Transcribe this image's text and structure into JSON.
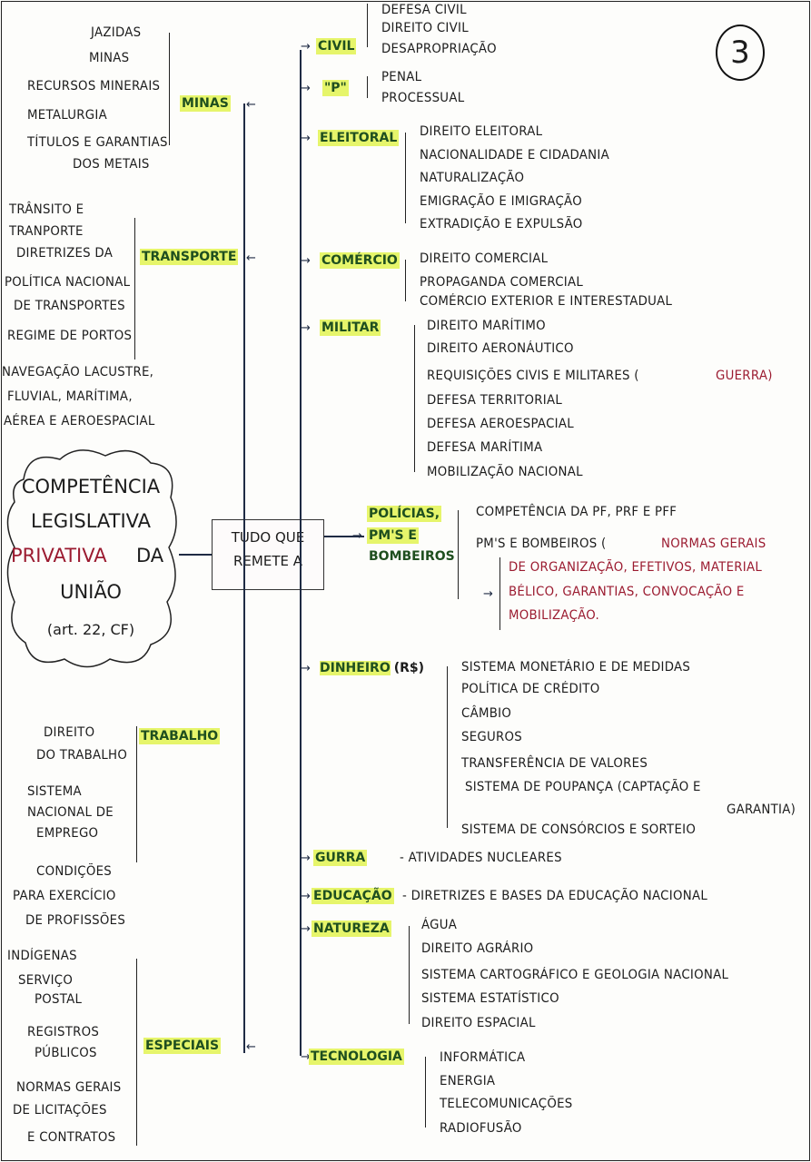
{
  "page_number": "3",
  "center": {
    "cloud_lines": [
      "COMPETÊNCIA",
      "LEGISLATIVA",
      "PRIVATIVA",
      "DA",
      "UNIÃO",
      "(art. 22, CF)"
    ],
    "box_lines": [
      "TUDO QUE",
      "REMETE A"
    ]
  },
  "colors": {
    "highlight": "#e6f56b",
    "topic_text": "#1f4f1f",
    "emphasis_red": "#9b1b30",
    "ink": "#1c1c1c"
  },
  "left_branches": {
    "minas": {
      "topic": "MINAS",
      "items": [
        "JAZIDAS",
        "MINAS",
        "RECURSOS MINERAIS",
        "METALURGIA",
        "TÍTULOS E GARANTIAS",
        "DOS METAIS"
      ]
    },
    "transporte": {
      "topic": "TRANSPORTE",
      "items": [
        "TRÂNSITO E",
        "TRANPORTE",
        "DIRETRIZES DA",
        "POLÍTICA NACIONAL",
        "DE TRANSPORTES",
        "REGIME DE PORTOS",
        "NAVEGAÇÃO LACUSTRE,",
        "FLUVIAL, MARÍTIMA,",
        "AÉREA E AEROESPACIAL"
      ]
    },
    "trabalho": {
      "topic": "TRABALHO",
      "items": [
        "DIREITO",
        "DO TRABALHO",
        "SISTEMA",
        "NACIONAL DE",
        "EMPREGO",
        "CONDIÇÕES",
        "PARA EXERCÍCIO",
        "DE PROFISSÕES"
      ]
    },
    "especiais": {
      "topic": "ESPECIAIS",
      "items": [
        "INDÍGENAS",
        "SERVIÇO",
        "POSTAL",
        "REGISTROS",
        "PÚBLICOS",
        "NORMAS GERAIS",
        "DE LICITAÇÕES",
        "E CONTRATOS"
      ]
    }
  },
  "right_branches": {
    "civil": {
      "topic": "CIVIL",
      "items": [
        "DEFESA CIVIL",
        "DIREITO CIVIL",
        "DESAPROPRIAÇÃO"
      ]
    },
    "p": {
      "topic": "\"P\"",
      "items": [
        "PENAL",
        "PROCESSUAL"
      ]
    },
    "eleitoral": {
      "topic": "ELEITORAL",
      "items": [
        "DIREITO ELEITORAL",
        "NACIONALIDADE E CIDADANIA",
        "NATURALIZAÇÃO",
        "EMIGRAÇÃO E IMIGRAÇÃO",
        "EXTRADIÇÃO E EXPULSÃO"
      ]
    },
    "comercio": {
      "topic": "COMÉRCIO",
      "items": [
        "DIREITO COMERCIAL",
        "PROPAGANDA COMERCIAL",
        "COMÉRCIO EXTERIOR E INTERESTADUAL"
      ]
    },
    "militar": {
      "topic": "MILITAR",
      "items": [
        "DIREITO MARÍTIMO",
        "DIREITO AERONÁUTICO",
        "REQUISIÇÕES CIVIS E MILITARES (",
        "DEFESA TERRITORIAL",
        "DEFESA AEROESPACIAL",
        "DEFESA MARÍTIMA",
        "MOBILIZAÇÃO NACIONAL"
      ],
      "red_note": "GUERRA)"
    },
    "policias": {
      "topic_lines": [
        "POLÍCIAS,",
        "PM's e",
        "BOMBEIROS"
      ],
      "items": [
        "COMPETÊNCIA DA PF, PRF E PFF",
        "PM's e BOMBEIROS ("
      ],
      "red_note": "NORMAS GERAIS",
      "red_detail": [
        "DE ORGANIZAÇÃO, EFETIVOS, MATERIAL",
        "BÉLICO, GARANTIAS, CONVOCAÇÃO e",
        "MOBILIZAÇÃO."
      ]
    },
    "dinheiro": {
      "topic": "DINHEIRO",
      "topic_suffix": "(R$)",
      "items": [
        "SISTEMA MONETÁRIO E DE MEDIDAS",
        "POLÍTICA DE CRÉDITO",
        "CÂMBIO",
        "SEGUROS",
        "TRANSFERÊNCIA DE VALORES",
        "SISTEMA DE POUPANÇA (CAPTAÇÃO E",
        "GARANTIA)",
        "SISTEMA DE CONSÓRCIOS E SORTEIO"
      ]
    },
    "guerra": {
      "topic": "GURRA",
      "items": [
        "- ATIVIDADES NUCLEARES"
      ]
    },
    "educacao": {
      "topic": "EDUCAÇÃO",
      "items": [
        "- DIRETRIZES E BASES DA EDUCAÇÃO NACIONAL"
      ]
    },
    "natureza": {
      "topic": "NATUREZA",
      "items": [
        "ÁGUA",
        "DIREITO AGRÁRIO",
        "SISTEMA CARTOGRÁFICO E GEOLOGIA NACIONAL",
        "SISTEMA ESTATÍSTICO",
        "DIREITO ESPACIAL"
      ]
    },
    "tecnologia": {
      "topic": "TECNOLOGIA",
      "items": [
        "INFORMÁTICA",
        "ENERGIA",
        "TELECOMUNICAÇÕES",
        "RADIOFUSÃO"
      ]
    }
  }
}
